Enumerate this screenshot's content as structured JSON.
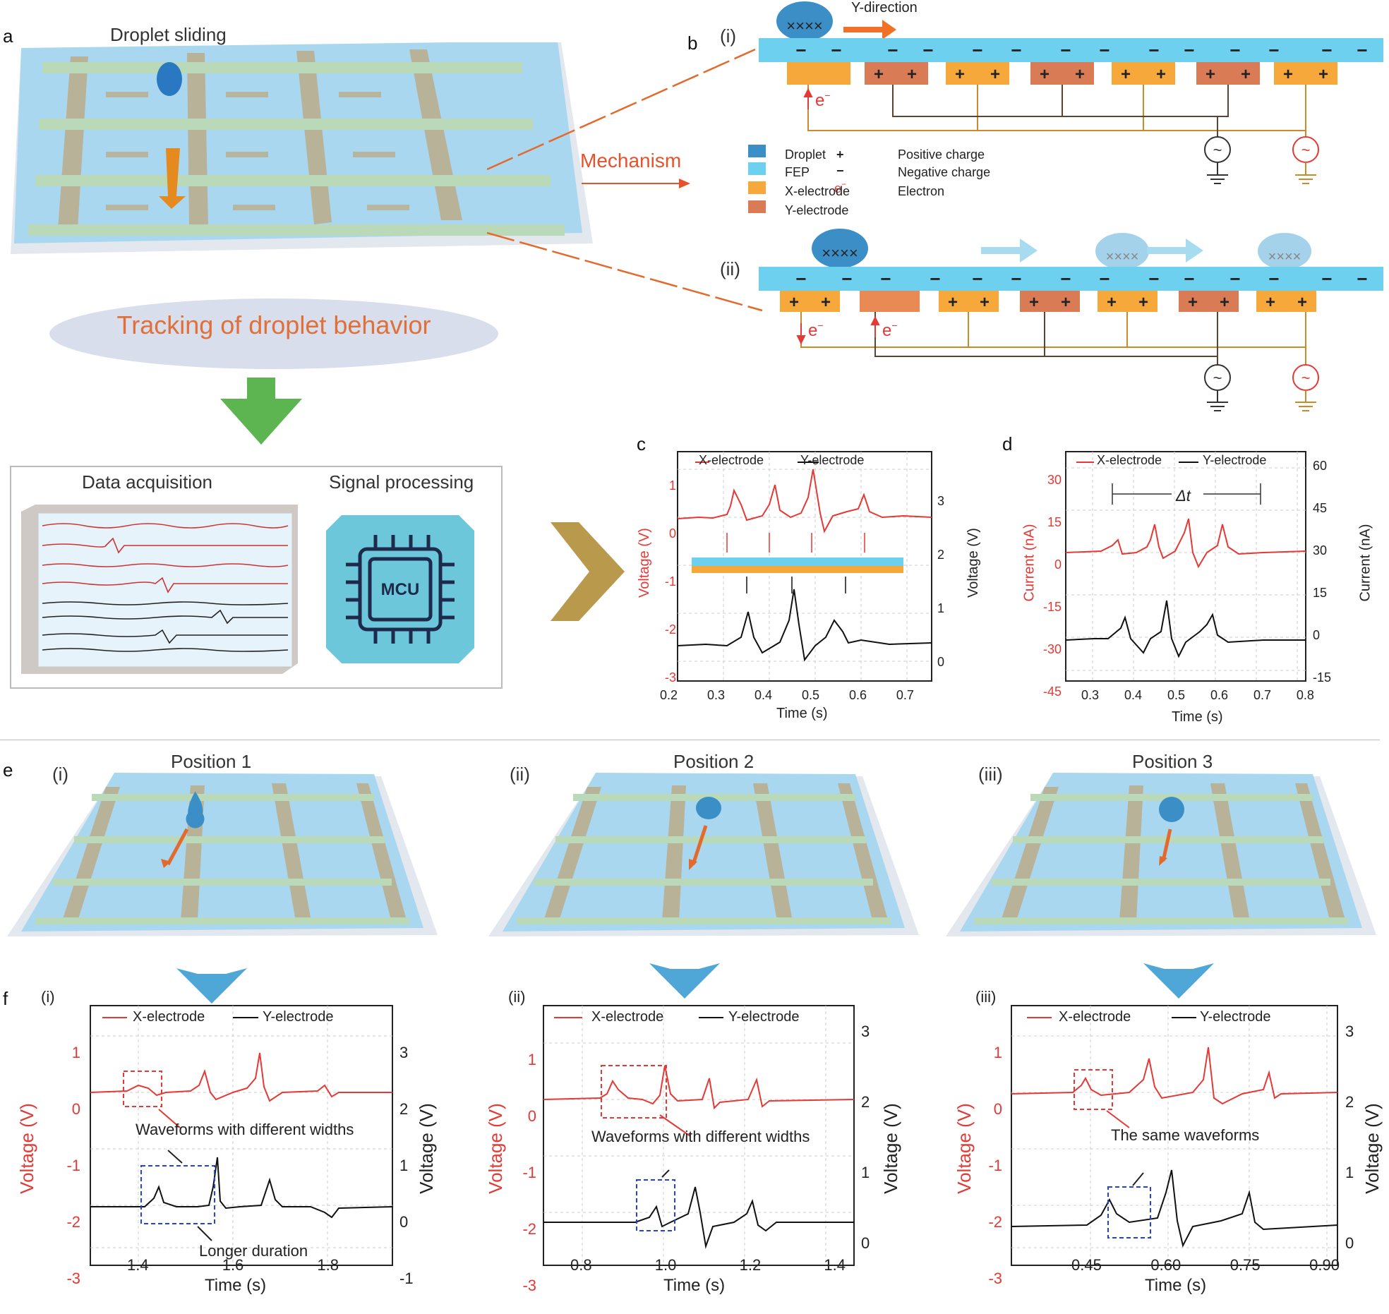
{
  "panels": {
    "a": "a",
    "b": "b",
    "c": "c",
    "d": "d",
    "e": "e",
    "f": "f"
  },
  "panel_a": {
    "title": "Droplet sliding",
    "tracking_label": "Tracking of droplet behavior",
    "data_acquisition": "Data acquisition",
    "signal_processing": "Signal processing",
    "mcu_label": "MCU"
  },
  "panel_b": {
    "sub_i": "(i)",
    "sub_ii": "(ii)",
    "direction": "Y-direction",
    "mechanism": "Mechanism",
    "legend": {
      "droplet": "Droplet",
      "fep": "FEP",
      "x_electrode": "X-electrode",
      "y_electrode": "Y-electrode",
      "positive": "Positive charge",
      "negative": "Negative charge",
      "electron": "Electron",
      "electron_symbol": "e"
    },
    "colors": {
      "droplet": "#3b8fc6",
      "fep": "#6ed0ef",
      "x_electrode": "#f7a83a",
      "y_electrode": "#d97c55",
      "electron": "#e53935",
      "wire_x": "#c98a2a",
      "wire_y": "#5a4533"
    }
  },
  "panel_c": {
    "legend_x": "X-electrode",
    "legend_y": "Y-electrode",
    "ylabel_left": "Voltage (V)",
    "ylabel_right": "Voltage (V)",
    "xlabel": "Time (s)",
    "xticks": [
      "0.2",
      "0.3",
      "0.4",
      "0.5",
      "0.6",
      "0.7"
    ],
    "yticks_left": [
      "1",
      "0",
      "-1",
      "-2",
      "-3"
    ],
    "yticks_right": [
      "3",
      "2",
      "1",
      "0"
    ]
  },
  "panel_d": {
    "legend_x": "X-electrode",
    "legend_y": "Y-electrode",
    "ylabel_left": "Current (nA)",
    "ylabel_right": "Current (nA)",
    "xlabel": "Time (s)",
    "delta": "Δt",
    "xticks": [
      "0.3",
      "0.4",
      "0.5",
      "0.6",
      "0.7",
      "0.8"
    ],
    "yticks_left": [
      "30",
      "15",
      "0",
      "-15",
      "-30",
      "-45"
    ],
    "yticks_right": [
      "60",
      "45",
      "30",
      "15",
      "0",
      "-15"
    ]
  },
  "panel_e": {
    "sub": [
      "(i)",
      "(ii)",
      "(iii)"
    ],
    "titles": [
      "Position 1",
      "Position 2",
      "Position 3"
    ]
  },
  "panel_f": {
    "sub": [
      "(i)",
      "(ii)",
      "(iii)"
    ],
    "legend_x": "X-electrode",
    "legend_y": "Y-electrode",
    "ylabel_left": "Voltage (V)",
    "ylabel_right": "Voltage (V)",
    "xlabel": "Time (s)",
    "annot_i_1": "Waveforms with different widths",
    "annot_i_2": "Longer duration",
    "annot_ii": "Waveforms with different widths",
    "annot_iii": "The same waveforms",
    "xticks_i": [
      "1.4",
      "1.6",
      "1.8"
    ],
    "xticks_ii": [
      "0.8",
      "1.0",
      "1.2",
      "1.4"
    ],
    "xticks_iii": [
      "0.45",
      "0.60",
      "0.75",
      "0.90"
    ],
    "yticks_left": [
      "1",
      "0",
      "-1",
      "-2",
      "-3"
    ],
    "yticks_right_i": [
      "3",
      "2",
      "1",
      "0",
      "-1"
    ],
    "yticks_right": [
      "3",
      "2",
      "1",
      "0"
    ]
  }
}
